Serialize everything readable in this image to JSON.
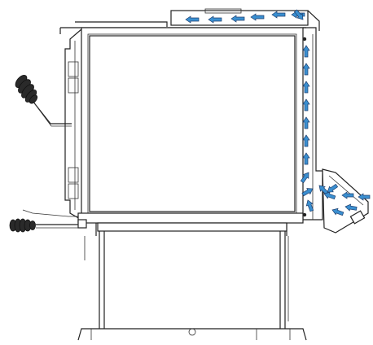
{
  "diagram": {
    "colors": {
      "line": "#222222",
      "arrow_fill": "#3a8fd0",
      "arrow_stroke": "#1f3f6e",
      "handle": "#2a2a2a",
      "background": "#ffffff"
    },
    "components": [
      "stove-body",
      "top-heat-shield",
      "rear-air-duct",
      "rear-air-inlet",
      "door-handle",
      "ash-lever-handle",
      "pedestal-legs"
    ],
    "airflow_arrows": {
      "top_channel_count": 6,
      "rear_channel_count": 12,
      "inlet_count": 5,
      "direction_top": "left",
      "direction_rear": "up",
      "direction_inlet": "left"
    }
  }
}
